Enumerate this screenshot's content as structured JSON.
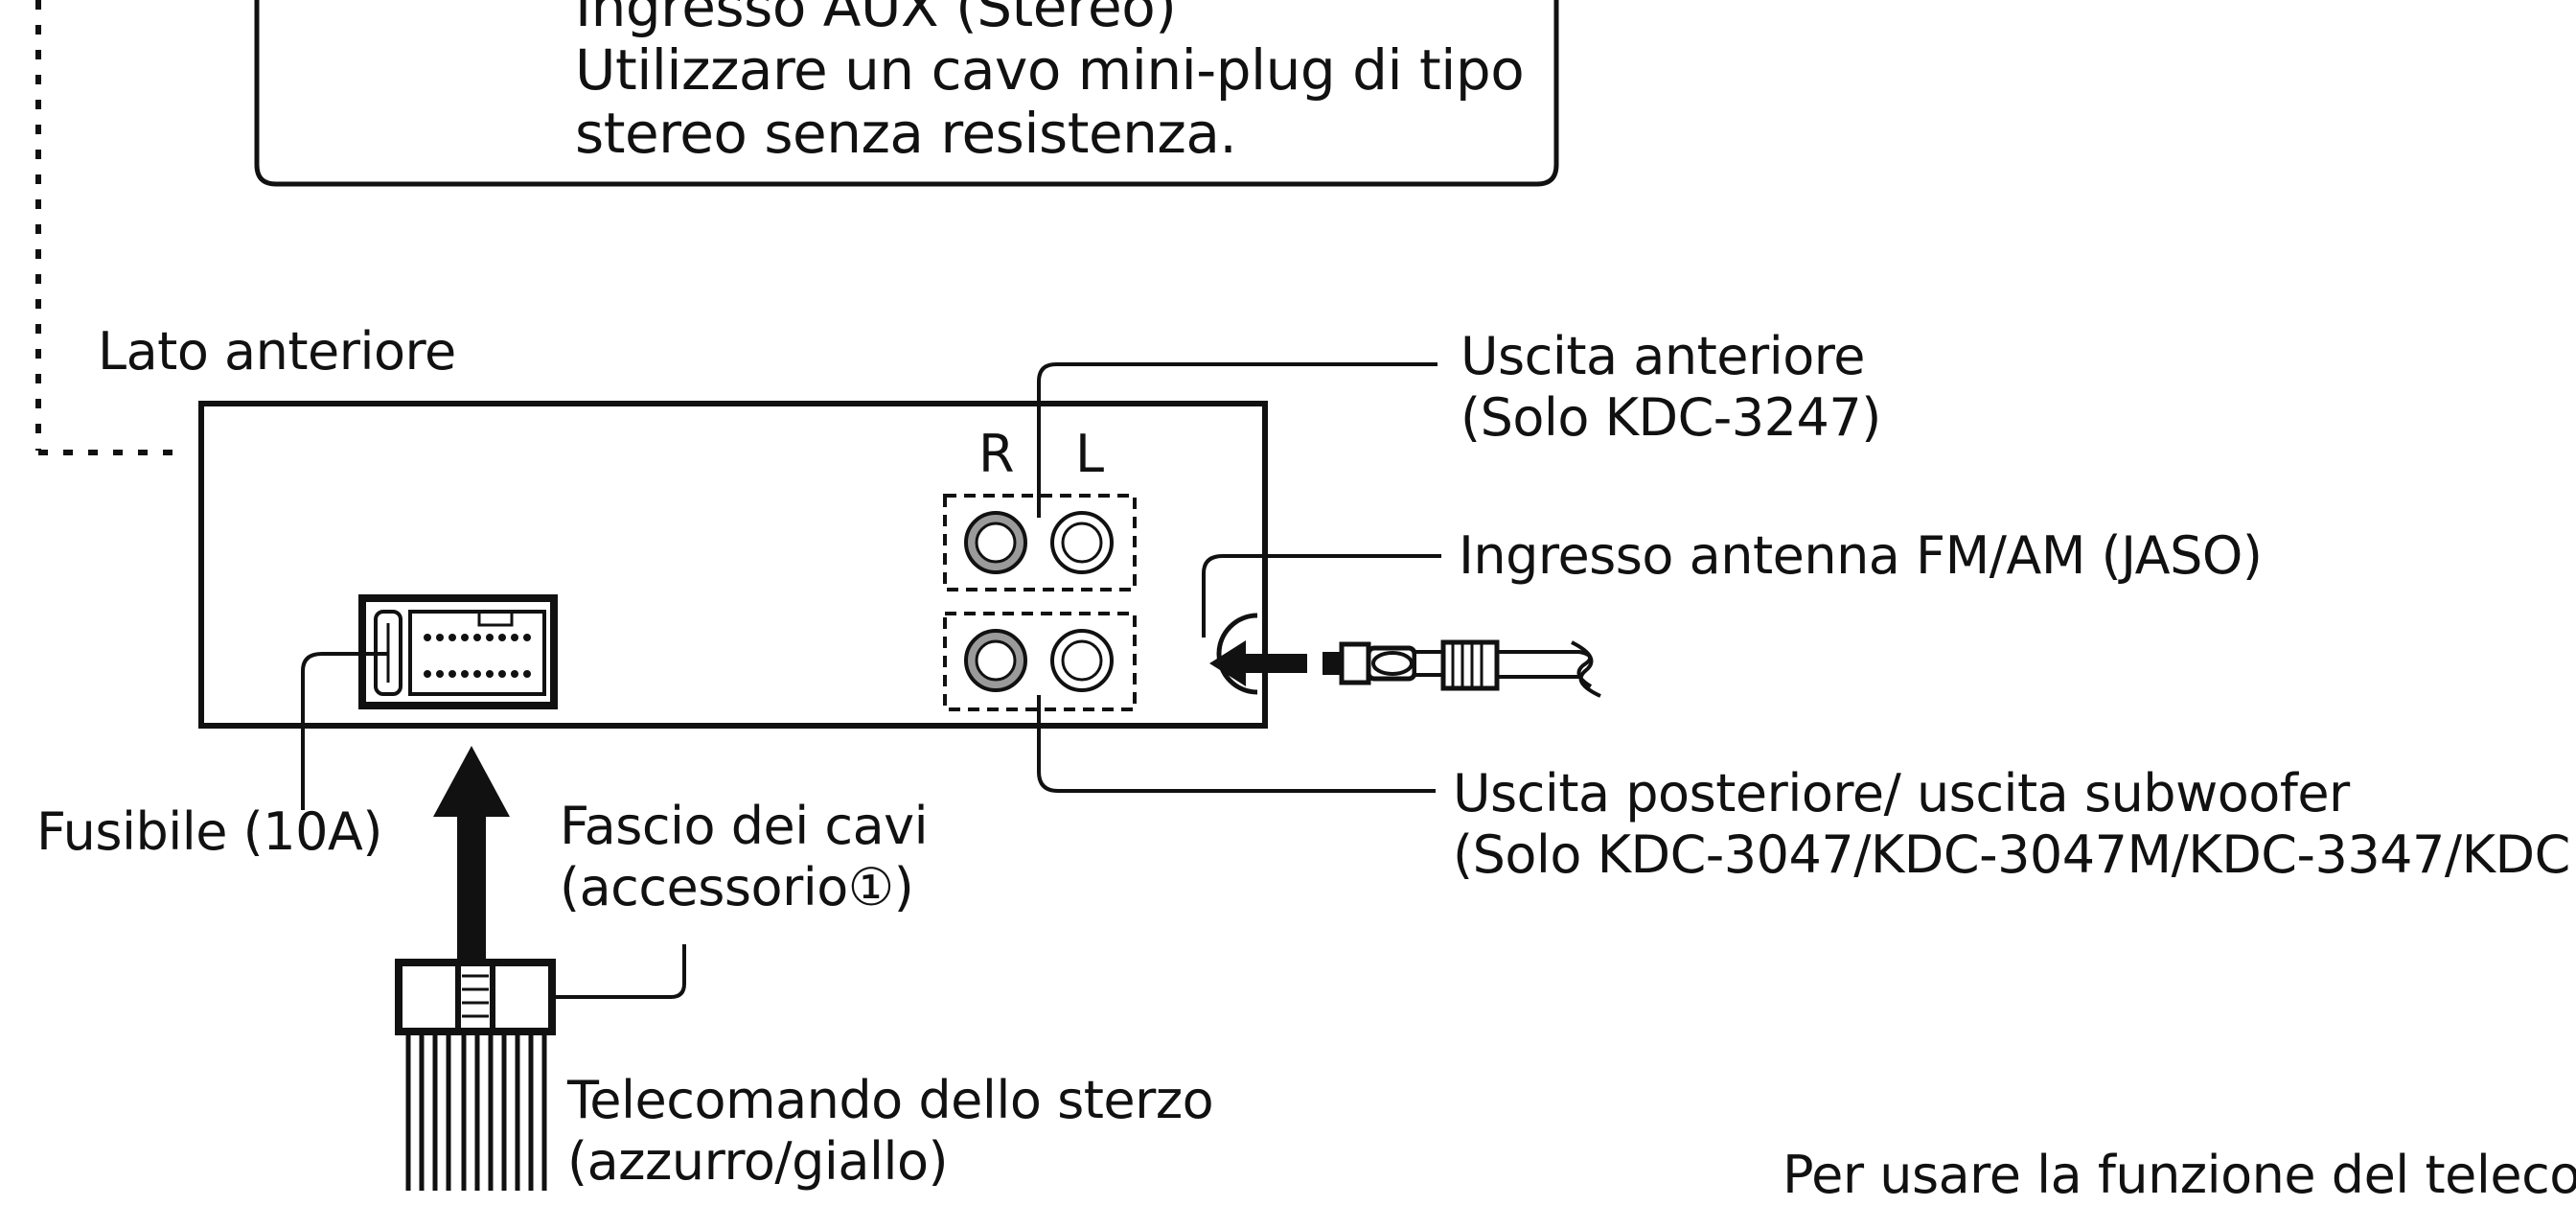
{
  "aux_box": {
    "line1": "Ingresso AUX (Stereo)",
    "line2": "Utilizzare un cavo mini-plug di tipo",
    "line3": "stereo senza resistenza."
  },
  "front_side_label": "Lato anteriore",
  "front_output": {
    "line1": "Uscita anteriore",
    "line2": "(Solo KDC-3247)"
  },
  "channel_labels": {
    "right": "R",
    "left": "L"
  },
  "antenna_input": "Ingresso antenna FM/AM (JASO)",
  "rear_output": {
    "line1": "Uscita posteriore/ uscita subwoofer",
    "line2": "(Solo KDC-3047/KDC-3047M/KDC-3347/KDC"
  },
  "fuse_label": "Fusibile (10A)",
  "wiring_harness": {
    "line1": "Fascio dei cavi",
    "line2": "(accessorio①)"
  },
  "steering_remote": {
    "line1": "Telecomando dello sterzo",
    "line2": "(azzurro/giallo)"
  },
  "footnote_partial": "Per usare la funzione del teleco"
}
